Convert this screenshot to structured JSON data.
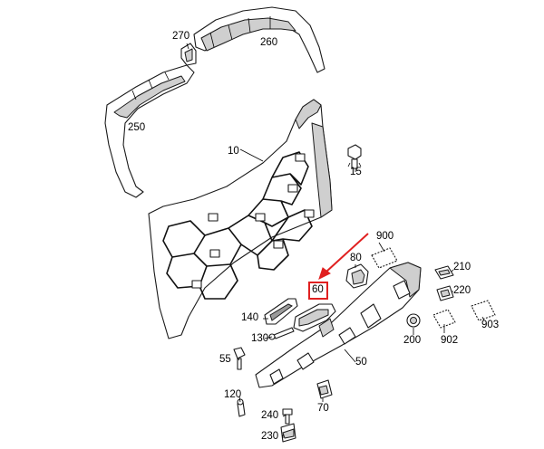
{
  "callouts": {
    "p10": "10",
    "p15": "15",
    "p50": "50",
    "p55": "55",
    "p60": "60",
    "p70": "70",
    "p80": "80",
    "p120": "120",
    "p130": "130",
    "p140": "140",
    "p200": "200",
    "p210": "210",
    "p220": "220",
    "p230": "230",
    "p240": "240",
    "p250": "250",
    "p260": "260",
    "p270": "270",
    "p900": "900",
    "p902": "902",
    "p903": "903"
  },
  "highlight": {
    "part": "60",
    "color": "#e02020"
  }
}
